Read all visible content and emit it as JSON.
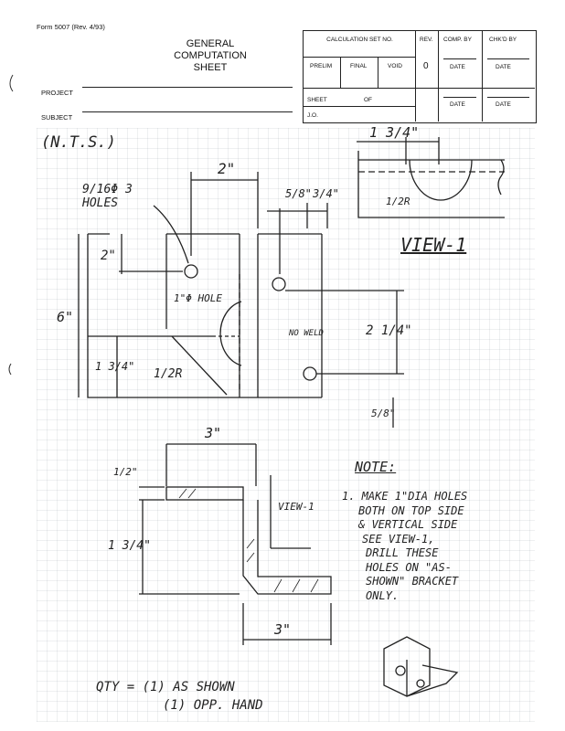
{
  "form": {
    "number": "Form 5007 (Rev. 4/93)",
    "title_lines": [
      "GENERAL",
      "COMPUTATION",
      "SHEET"
    ],
    "project_label": "PROJECT",
    "subject_label": "SUBJECT"
  },
  "header_table": {
    "calc_set_label": "CALCULATION SET NO.",
    "prelim_label": "PRELIM",
    "final_label": "FINAL",
    "void_label": "VOID",
    "rev_label": "REV.",
    "rev_value": "0",
    "comp_by_label": "COMP. BY",
    "chkd_by_label": "CHK'D BY",
    "date_label": "DATE",
    "sheet_label": "SHEET",
    "of_label": "OF",
    "jo_label": "J.O."
  },
  "drawing": {
    "scale_note": "(N.T.S.)",
    "holes_callout": "9/16Φ 3 HOLES",
    "dim_2_top": "2\"",
    "dim_5_8": "5/8\"",
    "dim_3_4_top": "3/4\"",
    "dim_1_3_4_view": "1 3/4\"",
    "dim_1_2_r_view": "1/2R",
    "view_label": "VIEW-1",
    "dim_2_left": "2\"",
    "dim_6": "6\"",
    "dim_1_3_4_left": "1 3/4\"",
    "hole_label": "1\"Φ HOLE",
    "weld_label": "NO WELD",
    "dim_2_1_4": "2 1/4\"",
    "dim_1_2_r": "1/2R",
    "dim_5_8_bottom": "5/8\"",
    "dim_3_top": "3\"",
    "dim_1_2": "1/2\"",
    "dim_1_3_4_side": "1 3/4\"",
    "view_arrow_label": "VIEW-1",
    "dim_3_bottom": "3\"",
    "note_title": "NOTE:",
    "note_lines": [
      "1. MAKE 1\"DIA HOLES",
      "BOTH ON TOP SIDE",
      "& VERTICAL SIDE",
      "SEE VIEW-1,",
      "DRILL THESE",
      "HOLES ON \"AS-",
      "SHOWN\" BRACKET",
      "ONLY."
    ],
    "qty_line_1": "QTY = (1) AS SHOWN",
    "qty_line_2": "(1) OPP. HAND"
  }
}
